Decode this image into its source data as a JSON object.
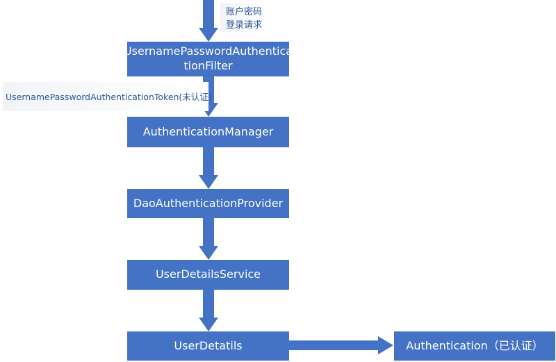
{
  "diagram": {
    "nodes": {
      "filter": {
        "line1": "UsernamePasswordAuthentica",
        "line2": "tionFilter"
      },
      "manager": {
        "label": "AuthenticationManager"
      },
      "provider": {
        "label": "DaoAuthenticationProvider"
      },
      "service": {
        "label": "UserDetailsService"
      },
      "details": {
        "label": "UserDetatils"
      },
      "result": {
        "label": "Authentication（已认证）"
      }
    },
    "labels": {
      "login_line1": "账户密码",
      "login_line2": "登录请求",
      "token": "UsernamePasswordAuthenticationToken(未认证)"
    },
    "colors": {
      "box_fill": "#4472c4",
      "box_text": "#ffffff",
      "label_text": "#2f5597",
      "arrow": "#4472c4"
    }
  }
}
